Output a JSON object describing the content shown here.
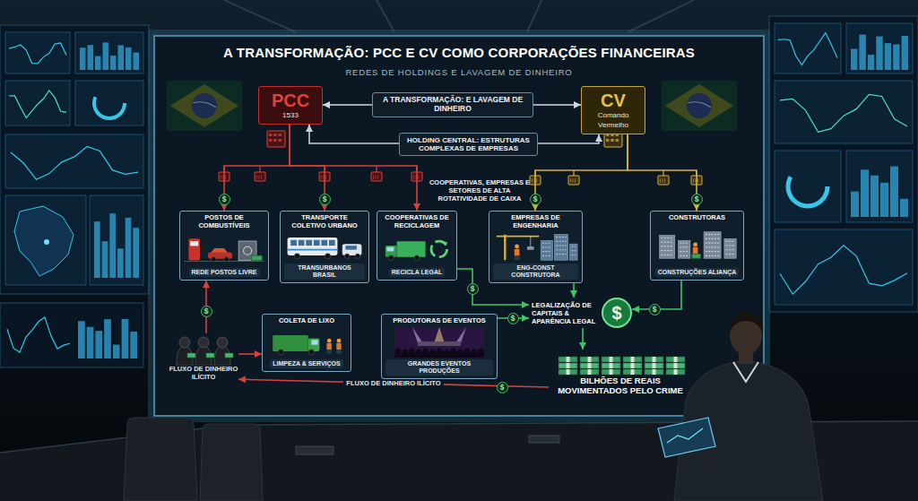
{
  "diagram": {
    "title": "A TRANSFORMAÇÃO: PCC E CV COMO CORPORAÇÕES FINANCEIRAS",
    "nodes": [
      {
        "text": [
          "PCC",
          "1533"
        ]
      },
      {
        "text": [
          "A TRANSFORMAÇÃO: E LAVAGEM DE DINHEIRO"
        ]
      },
      {
        "text": [
          "CV",
          "Comando Vermelho"
        ]
      },
      {
        "text": [
          "HOLDING CENTRAL: ESTRUTURAS COMPLEXAS DE EMPRESAS"
        ]
      },
      {
        "text": [
          "POSTOS DE COMBUSTÍVEIS",
          "REDE POSTOS LIVRE"
        ]
      },
      {
        "text": [
          "TRANSPORTE COLETIVO URBANO",
          "TRANSURBANOS BRASIL"
        ]
      },
      {
        "text": [
          "COOPERATIVAS DE RECICLAGEM",
          "RECICLA LEGAL"
        ]
      },
      {
        "text": [
          "EMPRESAS DE ENGENHARIA",
          "ENG-CONST CONSTRUTORA"
        ]
      },
      {
        "text": [
          "CONSTRUTORAS",
          "CONSTRUÇÕES ALIANÇA"
        ]
      },
      {
        "text": [
          "COLETA DE LIXO",
          "LIMPEZA & SERVIÇOS"
        ]
      },
      {
        "text": [
          "PRODUTORAS DE EVENTOS",
          "GRANDES EVENTOS PRODUÇÕES"
        ]
      },
      {
        "text": [
          "$",
          "LEGALIZAÇÃO DE CAPITAIS & APARÊNCIA LEGAL"
        ]
      },
      {
        "text": [
          "BILHÕES DE REAIS MOVIMENTADOS PELO CRIME"
        ]
      },
      {
        "text": [
          "FLUXO DE DINHEIRO ILÍCITO"
        ]
      }
    ],
    "edges": [
      {
        "from": 1,
        "to": 0,
        "arrow": "to"
      },
      {
        "from": 1,
        "to": 2,
        "arrow": "to"
      },
      {
        "from": 3,
        "to": 0,
        "arrow": "to"
      },
      {
        "from": 3,
        "to": 2,
        "arrow": "to"
      },
      {
        "from": 0,
        "to": 4,
        "arrow": "to"
      },
      {
        "from": 0,
        "to": 5,
        "arrow": "to"
      },
      {
        "from": 0,
        "to": 6,
        "arrow": "to"
      },
      {
        "from": 2,
        "to": 7,
        "arrow": "to"
      },
      {
        "from": 2,
        "to": 8,
        "arrow": "to"
      },
      {
        "from": 6,
        "to": 11,
        "arrow": "to"
      },
      {
        "from": 7,
        "to": 11,
        "arrow": "to"
      },
      {
        "from": 8,
        "to": 11,
        "arrow": "to"
      },
      {
        "from": 10,
        "to": 11,
        "arrow": "to"
      },
      {
        "from": 11,
        "to": 12,
        "arrow": "to"
      },
      {
        "from": 13,
        "to": 4,
        "arrow": "to"
      },
      {
        "from": 13,
        "to": 9,
        "arrow": "to"
      },
      {
        "from": 12,
        "to": 13,
        "label": "FLUXO DE DINHEIRO ILÍCITO",
        "arrow": "to"
      }
    ],
    "labels": [
      "REDES DE HOLDINGS E LAVAGEM DE DINHEIRO",
      "COOPERATIVAS, EMPRESAS E SETORES DE ALTA ROTATIVIDADE DE CAIXA",
      "$",
      "$",
      "$",
      "$",
      "$",
      "$",
      "$",
      "$",
      "$"
    ]
  }
}
